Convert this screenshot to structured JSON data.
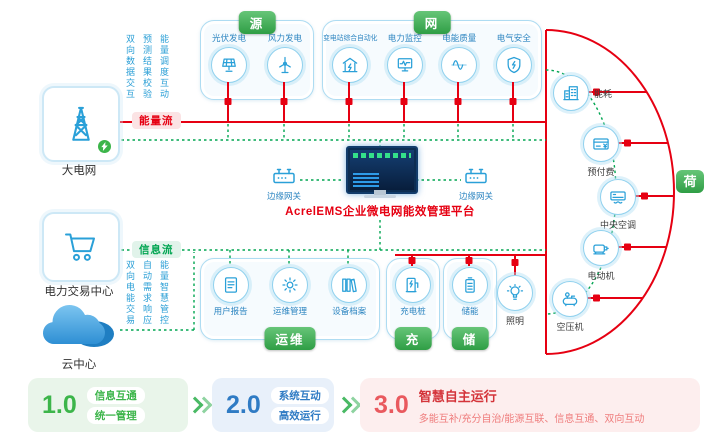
{
  "platform": {
    "label": "AcrelEMS企业微电网能效管理平台"
  },
  "left_column": {
    "grid": "大电网",
    "trading": "电力交易中心",
    "cloud": "云中心",
    "energy_flow": "能量流",
    "info_flow": "信息流",
    "top_vertical_texts": [
      "双向数据交互",
      "预测结果校验",
      "能量调度互动"
    ],
    "bottom_vertical_texts": [
      "双向电能交易",
      "自动需求响应",
      "能量智慧管控"
    ]
  },
  "gateways": {
    "left": "边缘网关",
    "right": "边缘网关"
  },
  "panels": {
    "source": {
      "tab": "源",
      "items": [
        {
          "label": "光伏发电",
          "icon": "solar-panel-icon"
        },
        {
          "label": "风力发电",
          "icon": "wind-turbine-icon"
        }
      ]
    },
    "network": {
      "tab": "网",
      "items": [
        {
          "label": "变电站综合自动化",
          "icon": "substation-icon"
        },
        {
          "label": "电力监控",
          "icon": "power-monitor-icon"
        },
        {
          "label": "电能质量",
          "icon": "power-quality-icon"
        },
        {
          "label": "电气安全",
          "icon": "electrical-safety-icon"
        }
      ]
    },
    "operations": {
      "tab": "运维",
      "items": [
        {
          "label": "用户报告",
          "icon": "user-report-icon"
        },
        {
          "label": "运维管理",
          "icon": "maintenance-gear-icon"
        },
        {
          "label": "设备档案",
          "icon": "equipment-archive-icon"
        }
      ]
    },
    "charging": {
      "tab": "充",
      "items": [
        {
          "label": "充电桩",
          "icon": "charging-pile-icon"
        }
      ]
    },
    "storage": {
      "tab": "储",
      "items": [
        {
          "label": "储能",
          "icon": "battery-icon"
        }
      ]
    },
    "load": {
      "tab": "荷",
      "items": [
        {
          "label": "能耗",
          "icon": "energy-consumption-building-icon"
        },
        {
          "label": "预付费",
          "icon": "prepaid-card-icon"
        },
        {
          "label": "中央空调",
          "icon": "central-ac-icon"
        },
        {
          "label": "电动机",
          "icon": "electric-motor-icon"
        },
        {
          "label": "空压机",
          "icon": "air-compressor-icon"
        }
      ]
    },
    "lighting": {
      "label": "照明",
      "icon": "light-bulb-icon"
    }
  },
  "stages": [
    {
      "version": "1.0",
      "lines": [
        "信息互通",
        "统一管理"
      ]
    },
    {
      "version": "2.0",
      "lines": [
        "系统互动",
        "高效运行"
      ]
    },
    {
      "version": "3.0",
      "title": "智慧自主运行",
      "desc": "多能互补/充分自治/能源互联、信息互通、双向互动"
    }
  ],
  "colors": {
    "energy_flow": "#e60012",
    "info_flow": "#00a551",
    "accent_blue": "#2aa0d8",
    "tab_green": "#2f9e45",
    "stage_blue": "#2f7bc4",
    "stage_red": "#e9595e"
  }
}
